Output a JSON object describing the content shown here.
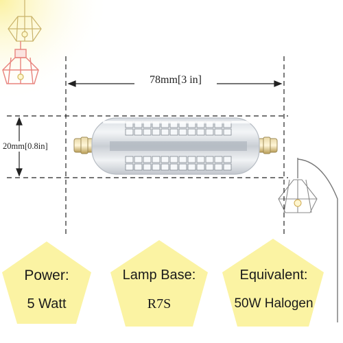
{
  "dimensions": {
    "length": "78mm[3 in]",
    "diameter": "20mm[0.8in]"
  },
  "specs": [
    {
      "label": "Power:",
      "value": "5 Watt"
    },
    {
      "label": "Lamp Base:",
      "value": "R7S"
    },
    {
      "label": "Equivalent:",
      "value": "50W Halogen"
    }
  ],
  "colors": {
    "badge": "#fbf3a3",
    "corner_glow": "#fdf6b2",
    "pendant_red": "#e8837d",
    "pendant_gold": "#c9b36a",
    "led_chip": "#f4f6f8",
    "dashed": "#222222"
  }
}
